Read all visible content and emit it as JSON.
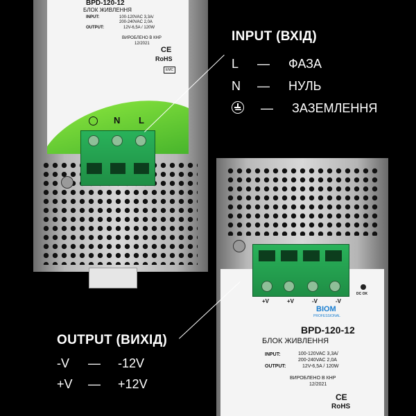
{
  "top_unit": {
    "model": "BPD-120-12",
    "subtitle": "БЛОК ЖИВЛЕННЯ",
    "input_label": "INPUT:",
    "input_value_1": "100-120VAC 3,3A/",
    "input_value_2": "200-240VAC 2,0A",
    "output_label": "OUTPUT:",
    "output_value": "12V-6,5A / 120W",
    "made_in": "ВИРОБЛЕНО В КНР",
    "date": "12/2021",
    "ce": "CE",
    "rohs": "RoHS",
    "emc": "EMC",
    "terminal_labels": [
      "N",
      "L"
    ]
  },
  "bottom_unit": {
    "brand": "BIOM",
    "brand_sub": "PROFESSIONAL",
    "model": "BPD-120-12",
    "subtitle": "БЛОК ЖИВЛЕННЯ",
    "input_label": "INPUT:",
    "input_value_1": "100-120VAC 3,3A/",
    "input_value_2": "200-240VAC 2,0A",
    "output_label": "OUTPUT:",
    "output_value": "12V-6,5A / 120W",
    "made_in": "ВИРОБЛЕНО В КНР",
    "date": "12/2021",
    "ce": "CE",
    "rohs": "RoHS",
    "dc_ok": "DC OK",
    "terminal_labels": [
      "+V",
      "+V",
      "-V",
      "-V"
    ]
  },
  "input_callout": {
    "title": "INPUT (ВХІД)",
    "rows": [
      {
        "sym": "L",
        "dash": "—",
        "text": "ФАЗА"
      },
      {
        "sym": "N",
        "dash": "—",
        "text": "НУЛЬ"
      },
      {
        "sym": "",
        "dash": "—",
        "text": "ЗАЗЕМЛЕННЯ"
      }
    ]
  },
  "output_callout": {
    "title": "OUTPUT (ВИХІД)",
    "rows": [
      {
        "sym": "-V",
        "dash": "—",
        "text": "-12V"
      },
      {
        "sym": "+V",
        "dash": "—",
        "text": "+12V"
      }
    ]
  },
  "colors": {
    "background": "#000000",
    "terminal_green": "#26a652",
    "label_green": "#5cc532"
  }
}
